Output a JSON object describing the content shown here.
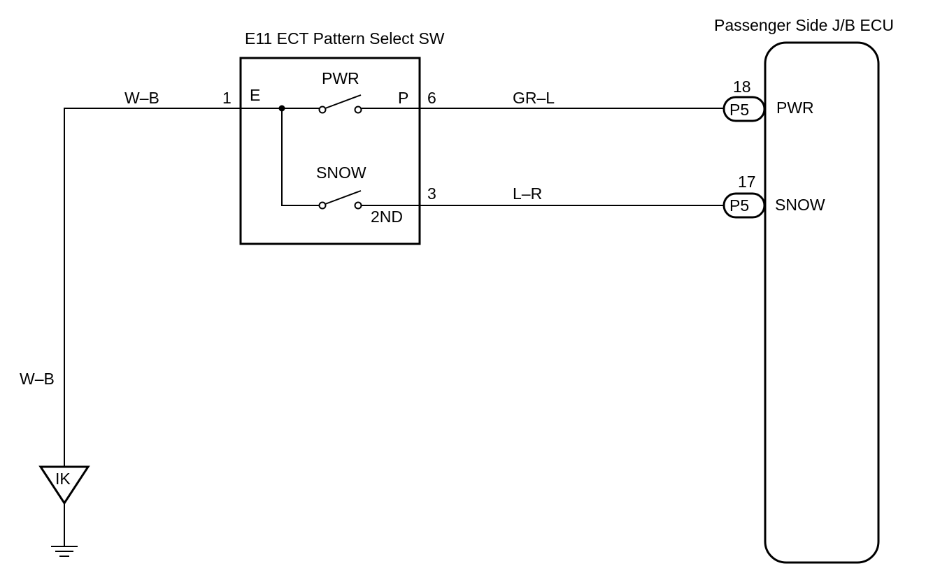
{
  "switch_unit": {
    "title": "E11 ECT Pattern Select SW",
    "pin_e_number": "1",
    "pin_e_label": "E",
    "pin_p_number": "6",
    "pin_p_label": "P",
    "pin_2nd_number": "3",
    "pin_2nd_label": "2ND",
    "pwr_switch_label": "PWR",
    "snow_switch_label": "SNOW"
  },
  "ecu": {
    "title": "Passenger Side J/B ECU",
    "pwr_pin_number": "18",
    "pwr_connector": "P5",
    "pwr_label": "PWR",
    "snow_pin_number": "17",
    "snow_connector": "P5",
    "snow_label": "SNOW"
  },
  "wires": {
    "ground_top": "W–B",
    "ground_side": "W–B",
    "pwr_wire": "GR–L",
    "snow_wire": "L–R"
  },
  "ground_point": {
    "code": "IK"
  }
}
